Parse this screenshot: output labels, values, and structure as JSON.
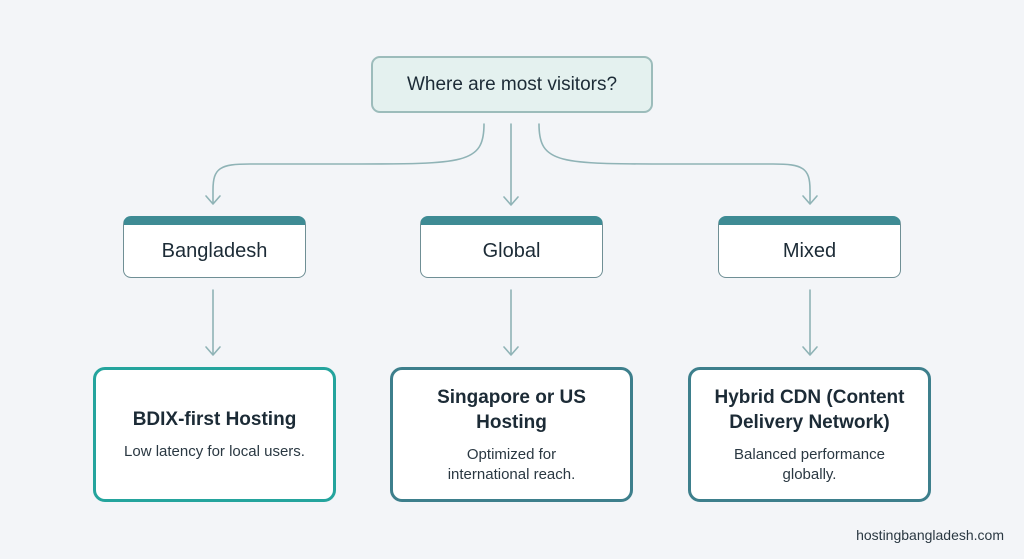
{
  "question": "Where are most visitors?",
  "categories": [
    {
      "label": "Bangladesh"
    },
    {
      "label": "Global"
    },
    {
      "label": "Mixed"
    }
  ],
  "outcomes": [
    {
      "title": "BDIX-first Hosting",
      "description": "Low latency for local users."
    },
    {
      "title": "Singapore or US Hosting",
      "description": "Optimized for international reach."
    },
    {
      "title": "Hybrid CDN (Content Delivery Network)",
      "description": "Balanced performance globally."
    }
  ],
  "footer": "hostingbangladesh.com",
  "colors": {
    "background": "#f3f5f8",
    "question_fill": "#e4f1ef",
    "accent_teal": "#3e8b94",
    "highlight_teal": "#24a49d",
    "connector": "#8fb3b6"
  }
}
